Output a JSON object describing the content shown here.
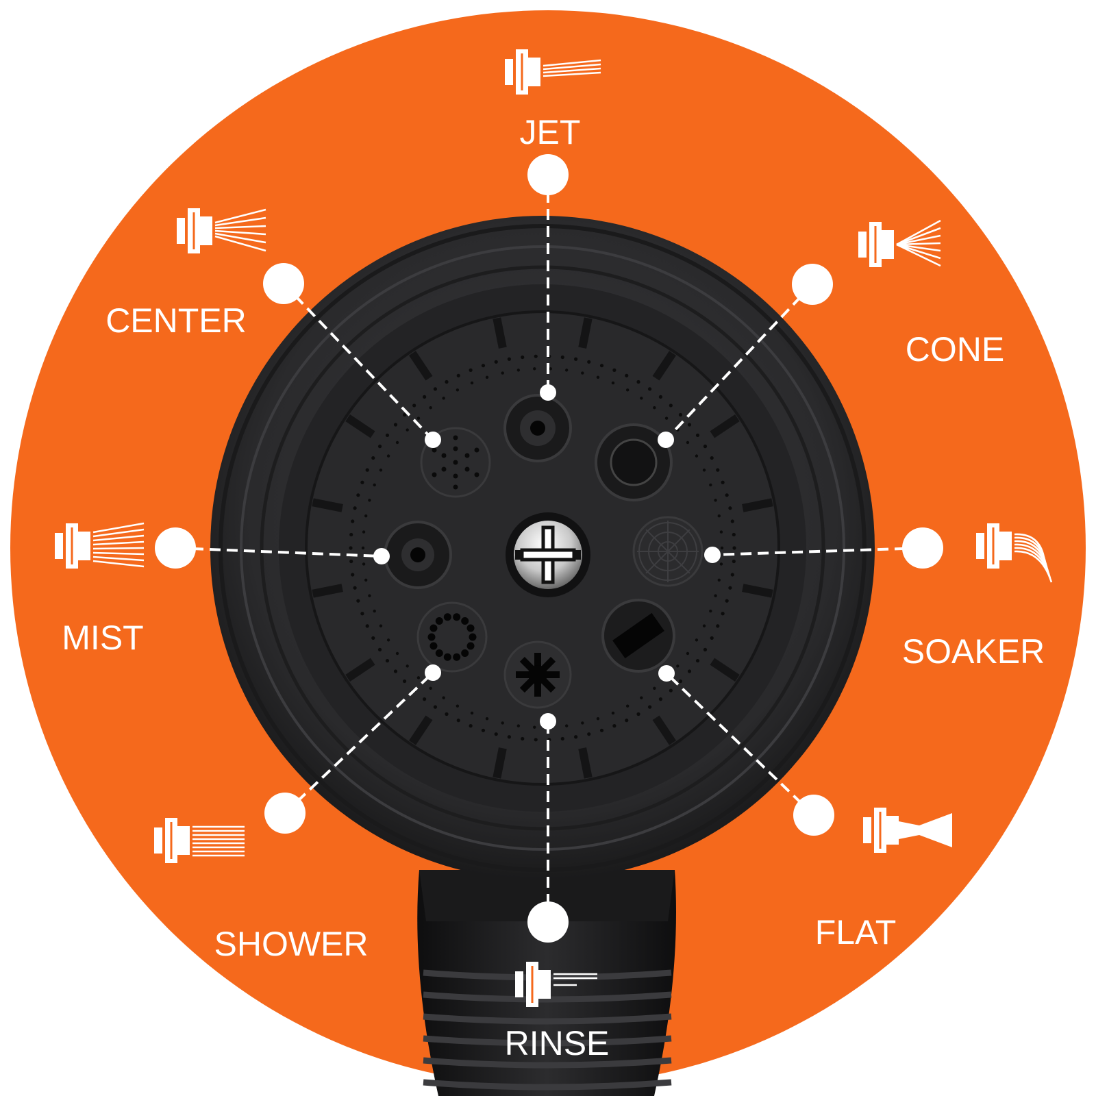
{
  "colors": {
    "background": "#ffffff",
    "disc": "#f5691c",
    "nozzle_dark": "#1c1c1e",
    "nozzle_ring": "#2d2d30",
    "nozzle_face": "#262628",
    "label_text": "#ffffff"
  },
  "modes": [
    {
      "key": "jet",
      "label": "JET",
      "icon": "jet-spray-icon"
    },
    {
      "key": "cone",
      "label": "CONE",
      "icon": "cone-spray-icon"
    },
    {
      "key": "soaker",
      "label": "SOAKER",
      "icon": "soaker-spray-icon"
    },
    {
      "key": "flat",
      "label": "FLAT",
      "icon": "flat-spray-icon"
    },
    {
      "key": "rinse",
      "label": "RINSE",
      "icon": "rinse-spray-icon"
    },
    {
      "key": "shower",
      "label": "SHOWER",
      "icon": "shower-spray-icon"
    },
    {
      "key": "mist",
      "label": "MIST",
      "icon": "mist-spray-icon"
    },
    {
      "key": "center",
      "label": "CENTER",
      "icon": "center-spray-icon"
    }
  ]
}
